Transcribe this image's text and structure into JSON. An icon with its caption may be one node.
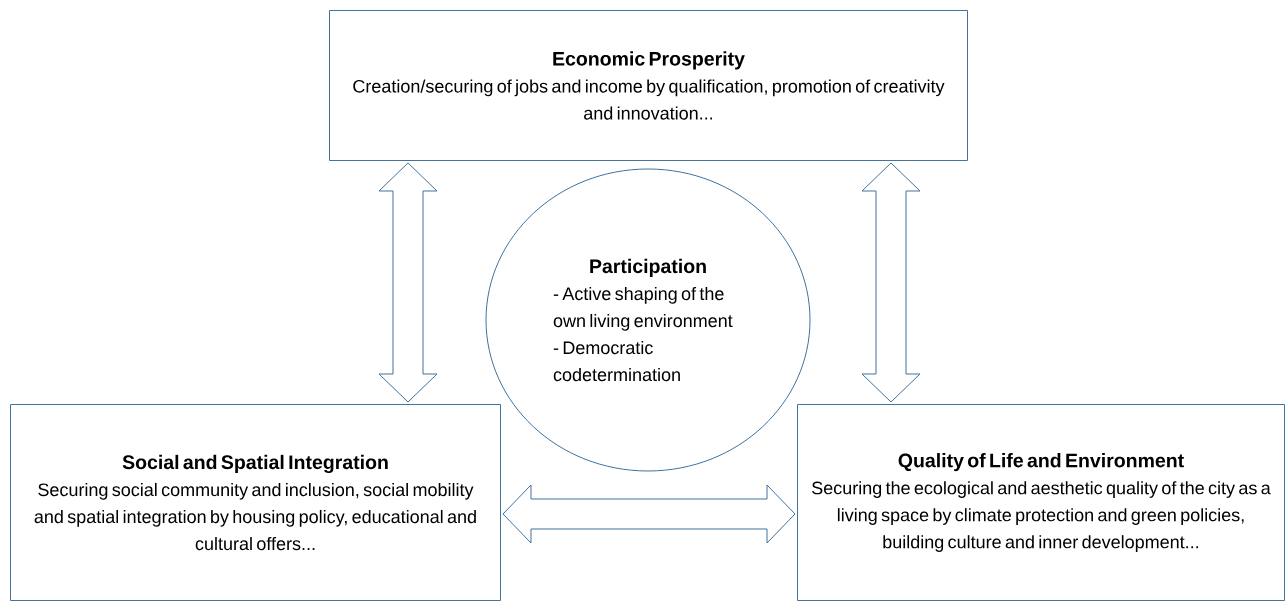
{
  "diagram": {
    "nodes": [
      {
        "text": [
          "Economic Prosperity",
          "Creation/securing of jobs and income by qualification, promotion of creativity and innovation..."
        ]
      },
      {
        "text": [
          "Participation",
          "- Active shaping of the own living environment",
          "- Democratic codetermination"
        ]
      },
      {
        "text": [
          "Social and Spatial Integration",
          "Securing social community and inclusion, social mobility and spatial integration by housing policy, educational and cultural offers..."
        ]
      },
      {
        "text": [
          "Quality of Life and Environment",
          "Securing the ecological and aesthetic quality of the city as a living space by climate protection and green policies, building culture and inner development..."
        ]
      }
    ],
    "edges": [
      {
        "from": 0,
        "to": 2,
        "arrow": "both"
      },
      {
        "from": 0,
        "to": 3,
        "arrow": "both"
      },
      {
        "from": 2,
        "to": 3,
        "arrow": "both"
      }
    ]
  }
}
